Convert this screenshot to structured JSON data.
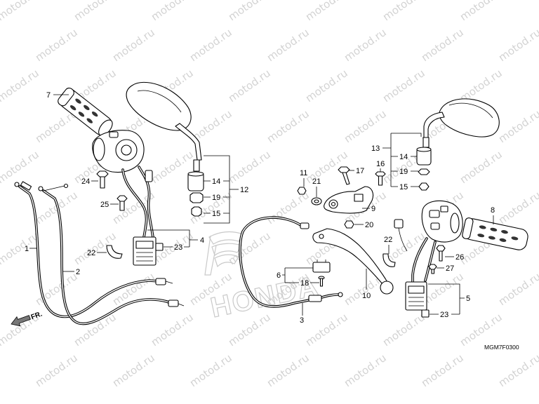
{
  "diagram_code": "MGM7F0300",
  "direction_marker": {
    "label": "FR."
  },
  "watermark": {
    "text": "motod.ru",
    "color": "#d3d3d3"
  },
  "logo_watermark": {
    "text": "HONDA",
    "color": "#c9c9c9"
  },
  "line_color": "#000000",
  "background_color": "#ffffff",
  "callouts": {
    "p7": "7",
    "p24": "24",
    "p25": "25",
    "p1": "1",
    "p2": "2",
    "p22_a": "22",
    "p23_a": "23",
    "p4": "4",
    "p14_a": "14",
    "p19_a": "19",
    "p15_a": "15",
    "p12": "12",
    "p11": "11",
    "p21": "21",
    "p17": "17",
    "p9": "9",
    "p20": "20",
    "p16": "16",
    "p13": "13",
    "p14_b": "14",
    "p19_b": "19",
    "p15_b": "15",
    "p8": "8",
    "p22_b": "22",
    "p26": "26",
    "p27": "27",
    "p5": "5",
    "p23_b": "23",
    "p6": "6",
    "p18": "18",
    "p10": "10",
    "p3": "3"
  }
}
